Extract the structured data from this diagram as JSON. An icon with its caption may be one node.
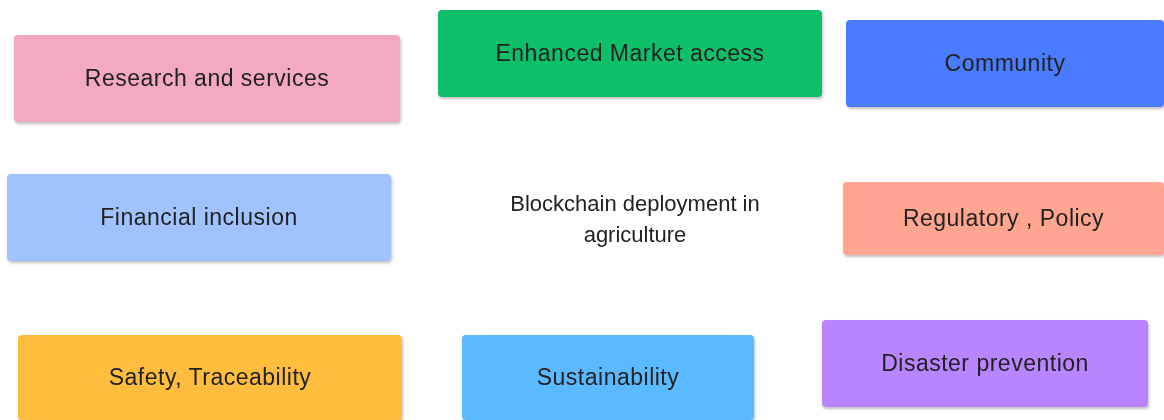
{
  "diagram": {
    "nodes": [
      {
        "text": [
          "Research and services"
        ]
      },
      {
        "text": [
          "Enhanced Market access"
        ]
      },
      {
        "text": [
          "Community"
        ]
      },
      {
        "text": [
          "Financial inclusion"
        ]
      },
      {
        "text": [
          "Regulatory , Policy"
        ]
      },
      {
        "text": [
          "Safety, Traceability"
        ]
      },
      {
        "text": [
          "Sustainability"
        ]
      },
      {
        "text": [
          "Disaster prevention"
        ]
      }
    ],
    "labels": [
      "Blockchain deployment in agriculture"
    ]
  }
}
